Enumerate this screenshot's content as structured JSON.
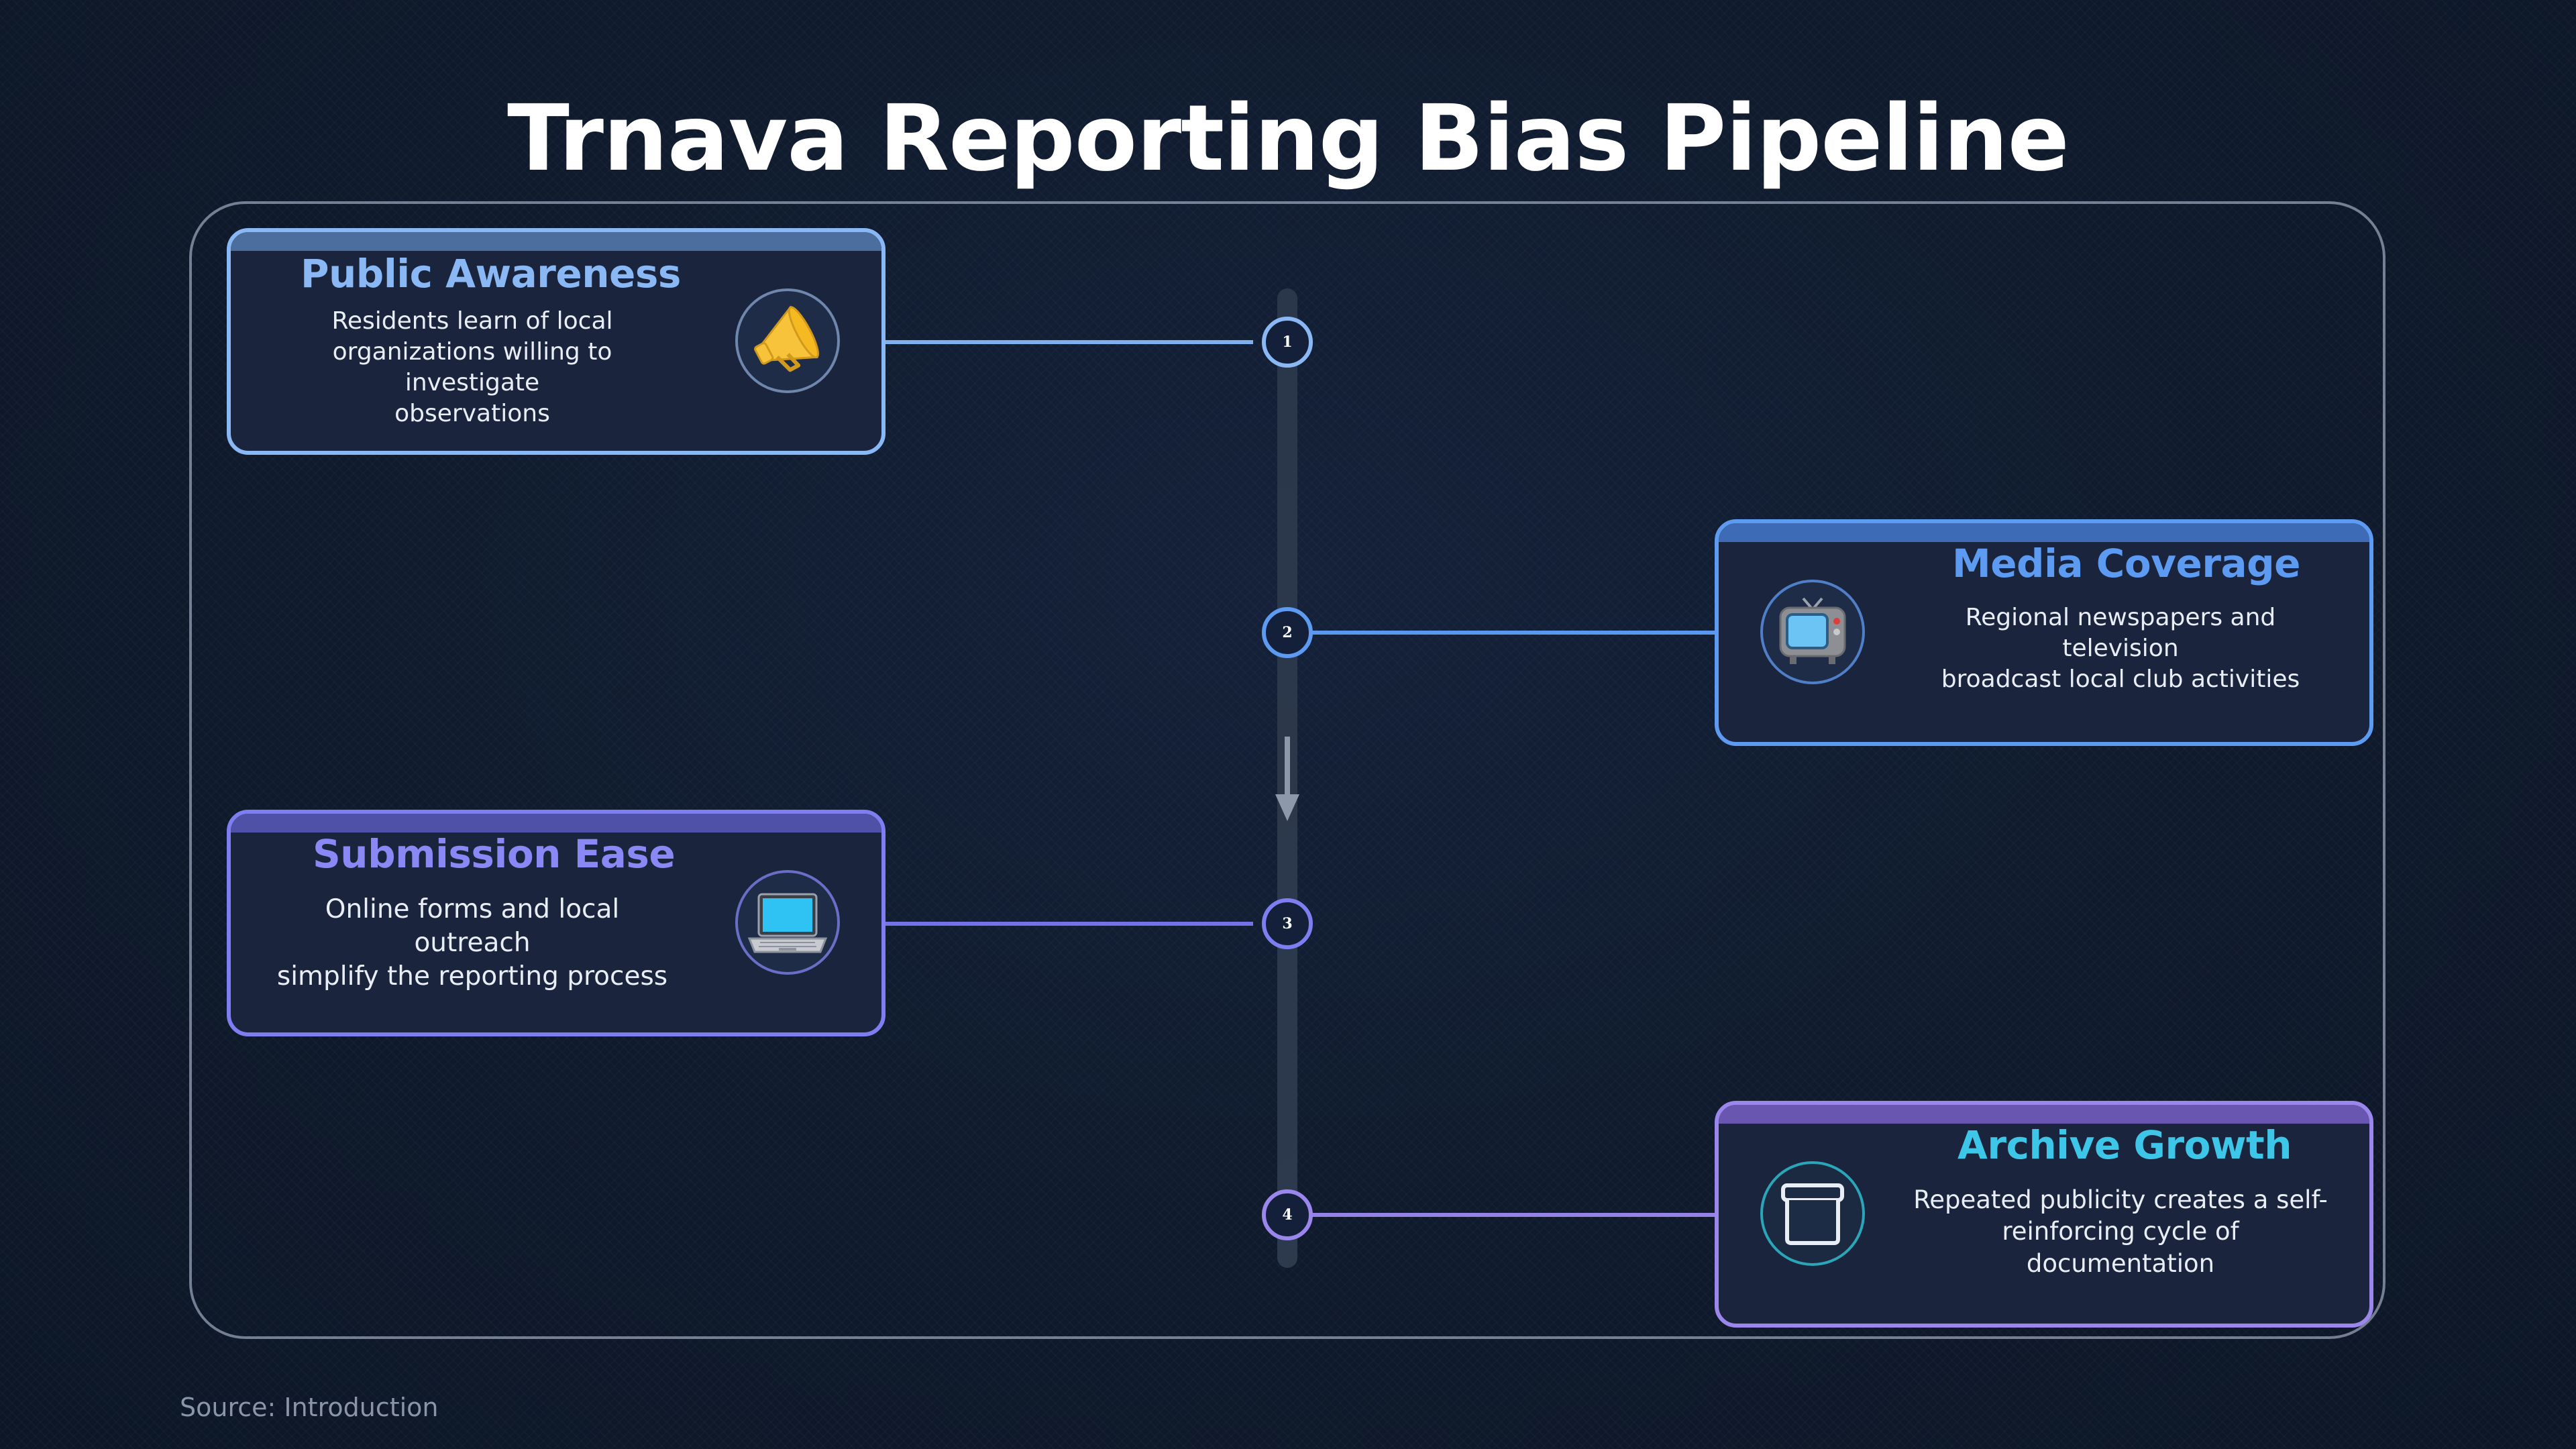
{
  "title": "Trnava Reporting Bias Pipeline",
  "source": "Source: Introduction",
  "colors": {
    "step1": "#8ab8f4",
    "step2": "#5d9bf2",
    "step3": "#7e7ef0",
    "step4": "#9b86ec",
    "step4_title": "#3ec6e8",
    "spine": "#2d394c"
  },
  "steps": [
    {
      "number": "1",
      "title": "Public Awareness",
      "description": "Residents learn of local\norganizations willing to investigate\nobservations",
      "icon": "megaphone-icon",
      "side": "left"
    },
    {
      "number": "2",
      "title": "Media Coverage",
      "description": "Regional newspapers and television\nbroadcast local club activities",
      "icon": "television-icon",
      "side": "right"
    },
    {
      "number": "3",
      "title": "Submission Ease",
      "description": "Online forms and local outreach\nsimplify the reporting process",
      "icon": "laptop-icon",
      "side": "left"
    },
    {
      "number": "4",
      "title": "Archive Growth",
      "description": "Repeated publicity creates a self-\nreinforcing cycle of documentation",
      "icon": "archive-box-icon",
      "side": "right"
    }
  ]
}
